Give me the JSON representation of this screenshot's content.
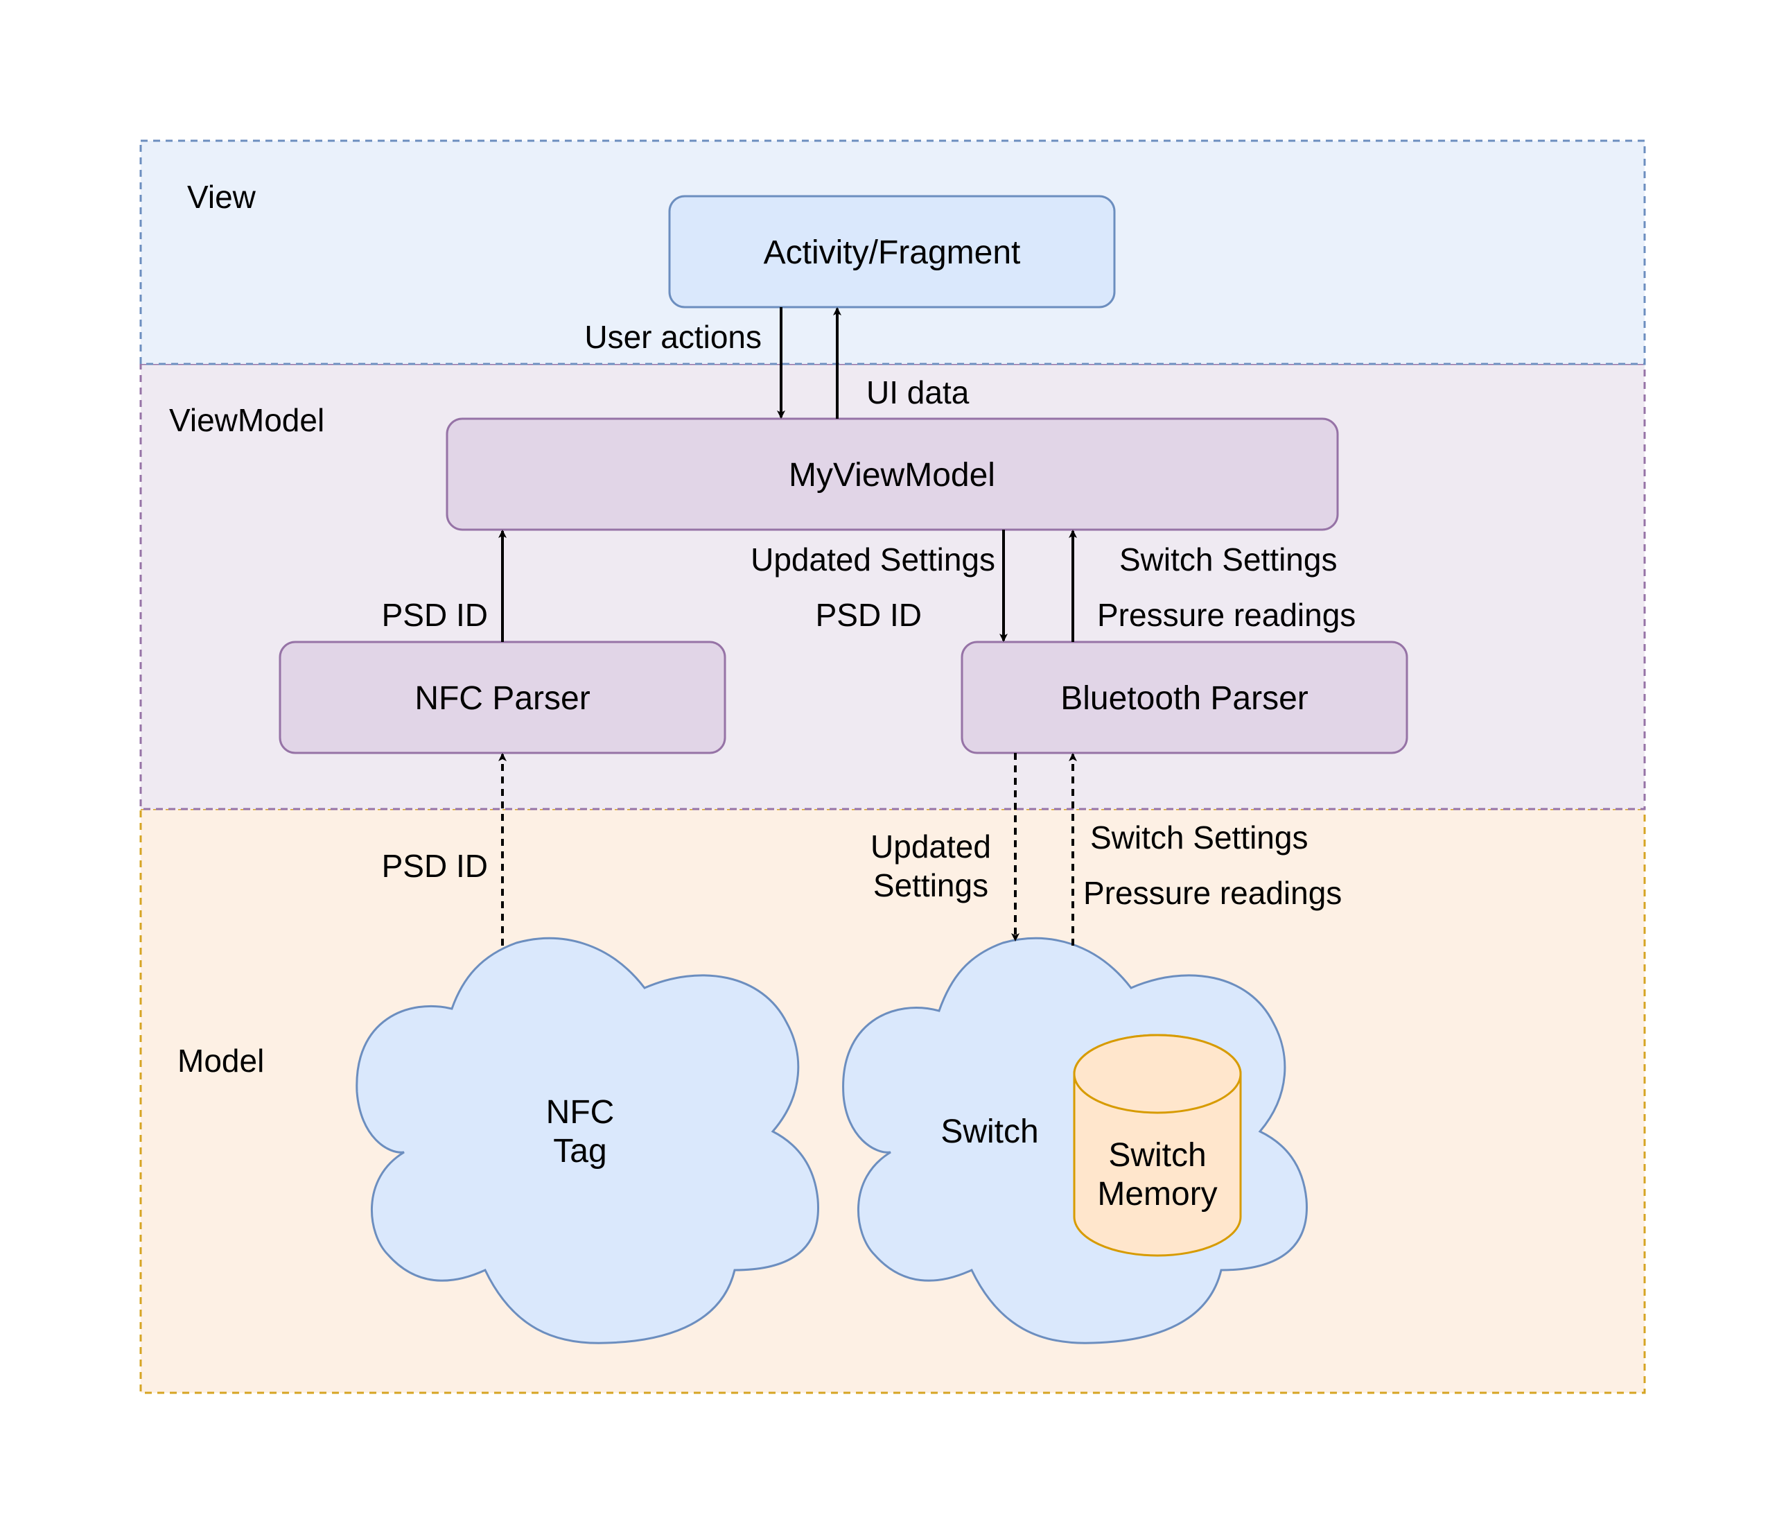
{
  "layers": {
    "view": "View",
    "viewmodel": "ViewModel",
    "model": "Model"
  },
  "nodes": {
    "activity_fragment": "Activity/Fragment",
    "my_view_model": "MyViewModel",
    "nfc_parser": "NFC Parser",
    "bluetooth_parser": "Bluetooth Parser",
    "nfc_tag_line1": "NFC",
    "nfc_tag_line2": "Tag",
    "switch": "Switch",
    "switch_memory_line1": "Switch",
    "switch_memory_line2": "Memory"
  },
  "edges": {
    "user_actions": "User actions",
    "ui_data": "UI data",
    "psd_id_nfc_to_vm": "PSD ID",
    "updated_settings_vm_to_bt": "Updated Settings",
    "psd_id_vm_to_bt": "PSD ID",
    "switch_settings_bt_to_vm": "Switch Settings",
    "pressure_readings_bt_to_vm": "Pressure readings",
    "psd_id_tag_to_nfc": "PSD ID",
    "updated_settings_bt_to_switch_line1": "Updated",
    "updated_settings_bt_to_switch_line2": "Settings",
    "switch_settings_switch_to_bt": "Switch Settings",
    "pressure_readings_switch_to_bt": "Pressure readings"
  },
  "colors": {
    "view_fill": "#EAF1FB",
    "view_border": "#6C8EBF",
    "viewmodel_fill": "#EFEAF2",
    "viewmodel_border": "#9673A6",
    "model_fill": "#FDF0E4",
    "model_border": "#D6A423",
    "blue_node_fill": "#DAE8FC",
    "purple_node_fill": "#E1D5E7",
    "cylinder_fill": "#FFE6CC",
    "cylinder_border": "#D79B00"
  }
}
